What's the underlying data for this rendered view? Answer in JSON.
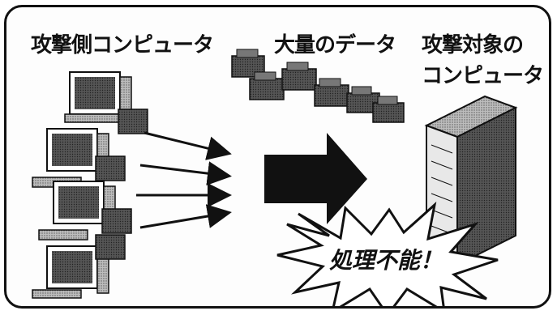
{
  "labels": {
    "attackers": "攻撃側コンピュータ",
    "data": "大量のデータ",
    "target_line1": "攻撃対象の",
    "target_line2": "コンピュータ",
    "overload": "処理不能！"
  },
  "icons": {
    "attacker_pc": "desktop-computer-icon",
    "target_server": "server-tower-icon",
    "data_packet": "data-block-icon",
    "flow_arrow": "big-right-arrow-icon",
    "overload_burst": "explosion-burst-icon"
  },
  "colors": {
    "ink": "#111111",
    "paper": "#fdfdfd",
    "gray": "#8a8a8a"
  }
}
